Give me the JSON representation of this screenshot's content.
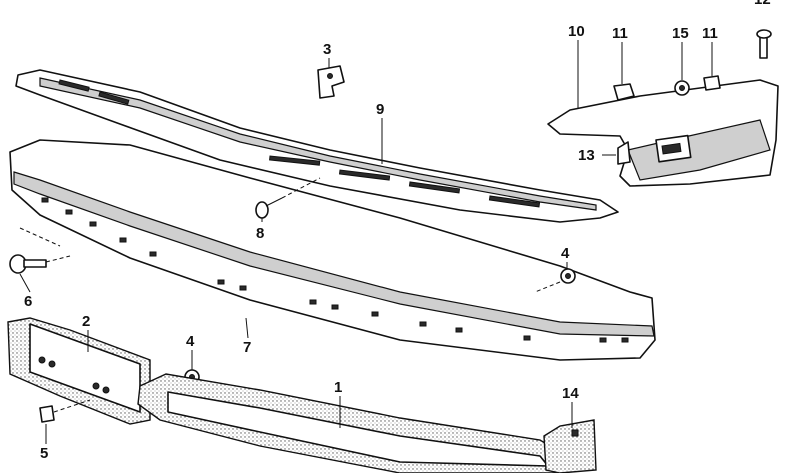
{
  "diagram": {
    "callouts": [
      {
        "id": "c1",
        "label": "1"
      },
      {
        "id": "c2",
        "label": "2"
      },
      {
        "id": "c3",
        "label": "3"
      },
      {
        "id": "c4a",
        "label": "4"
      },
      {
        "id": "c4b",
        "label": "4"
      },
      {
        "id": "c5",
        "label": "5"
      },
      {
        "id": "c6",
        "label": "6"
      },
      {
        "id": "c7",
        "label": "7"
      },
      {
        "id": "c8",
        "label": "8"
      },
      {
        "id": "c9",
        "label": "9"
      },
      {
        "id": "c10",
        "label": "10"
      },
      {
        "id": "c11a",
        "label": "11"
      },
      {
        "id": "c11b",
        "label": "11"
      },
      {
        "id": "c12",
        "label": "12"
      },
      {
        "id": "c13",
        "label": "13"
      },
      {
        "id": "c14",
        "label": "14"
      },
      {
        "id": "c15",
        "label": "15"
      }
    ]
  }
}
